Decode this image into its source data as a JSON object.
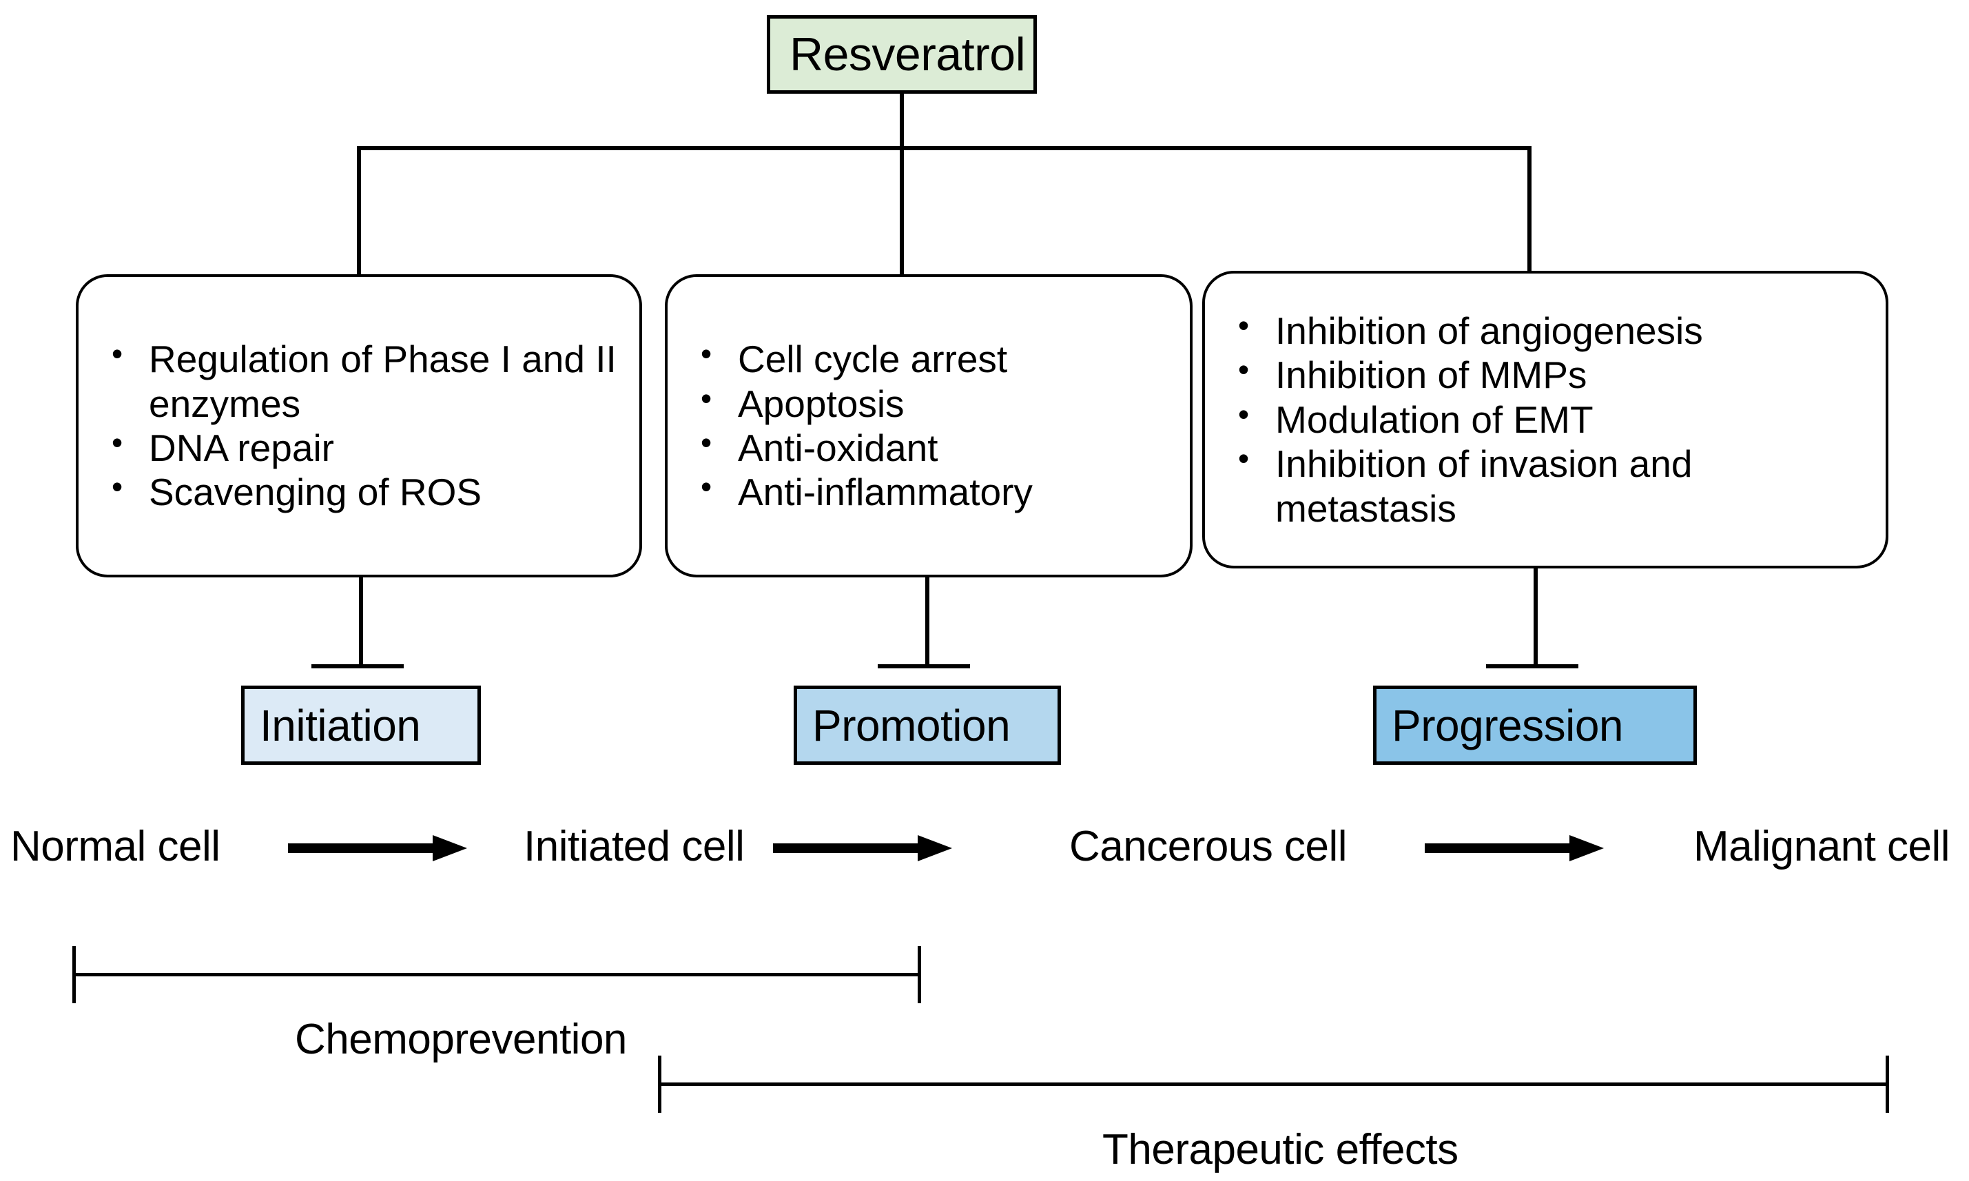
{
  "diagram": {
    "title_node": {
      "label": "Resveratrol",
      "fill": "#dcecd6"
    },
    "mechanism_boxes": [
      {
        "name": "initiation-mechanisms",
        "items": [
          "Regulation of Phase I and II enzymes",
          "DNA repair",
          "Scavenging of ROS"
        ]
      },
      {
        "name": "promotion-mechanisms",
        "items": [
          "Cell cycle arrest",
          "Apoptosis",
          "Anti-oxidant",
          "Anti-inflammatory"
        ]
      },
      {
        "name": "progression-mechanisms",
        "items": [
          "Inhibition of angiogenesis",
          "Inhibition of MMPs",
          "Modulation of EMT",
          "Inhibition of invasion and metastasis"
        ]
      }
    ],
    "stages": [
      {
        "label": "Initiation",
        "fill": "#dceaf6"
      },
      {
        "label": "Promotion",
        "fill": "#b4d7ee"
      },
      {
        "label": "Progression",
        "fill": "#8ac4e8"
      }
    ],
    "cell_states": [
      "Normal cell",
      "Initiated cell",
      "Cancerous cell",
      "Malignant cell"
    ],
    "brackets": [
      {
        "label": "Chemoprevention"
      },
      {
        "label": "Therapeutic effects"
      }
    ],
    "colors": {
      "stroke": "#000000",
      "background": "#ffffff",
      "resveratrol_fill": "#dcecd6",
      "initiation_fill": "#dceaf6",
      "promotion_fill": "#b4d7ee",
      "progression_fill": "#8ac4e8"
    }
  }
}
